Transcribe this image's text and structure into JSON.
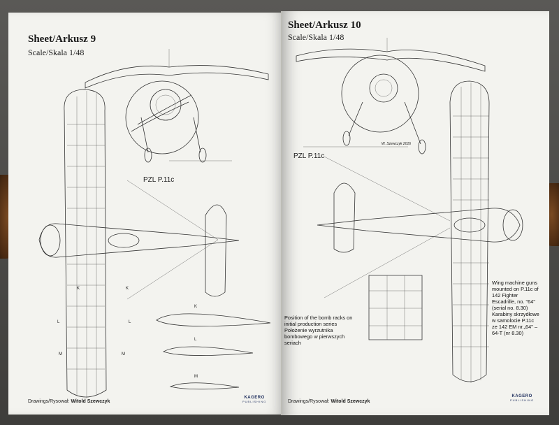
{
  "left_page": {
    "title": "Sheet/Arkusz 9",
    "scale": "Scale/Skala 1/48",
    "model_label": "PZL P.11c",
    "credit_prefix": "Drawings/Rysował:",
    "credit_name": "Witold Szewczyk",
    "section_labels": [
      "K",
      "K",
      "K",
      "L",
      "L",
      "L",
      "M",
      "M",
      "M"
    ]
  },
  "right_page": {
    "title": "Sheet/Arkusz 10",
    "scale": "Scale/Skala 1/48",
    "model_label": "PZL P.11c",
    "note_bomb_racks": "Position of the bomb racks on\ninitial production series\nPołożenie wyrzutnika\nbombowego w pierwszych\nseriach",
    "note_wing_guns": "Wing machine guns\nmounted on P.11c of\n142 Fighter\nEscadrille, no. \"64\"\n(serial no. 8.30)\nKarabiny skrzydłowe\nw samolocie P.11c\nze 142 EM nr.„64\" –\n64-T (nr 8.30)",
    "credit_prefix": "Drawings/Rysował:",
    "credit_name": "Witold Szewczyk",
    "signature": "W. Szewczyk 2016"
  },
  "publisher_logo": {
    "name": "KAGERO",
    "sub": "PUBLISHING"
  },
  "colors": {
    "paper": "#f3f3ef",
    "ink": "#333333",
    "logo": "#1d2d5c",
    "background": "#4a4a48"
  }
}
